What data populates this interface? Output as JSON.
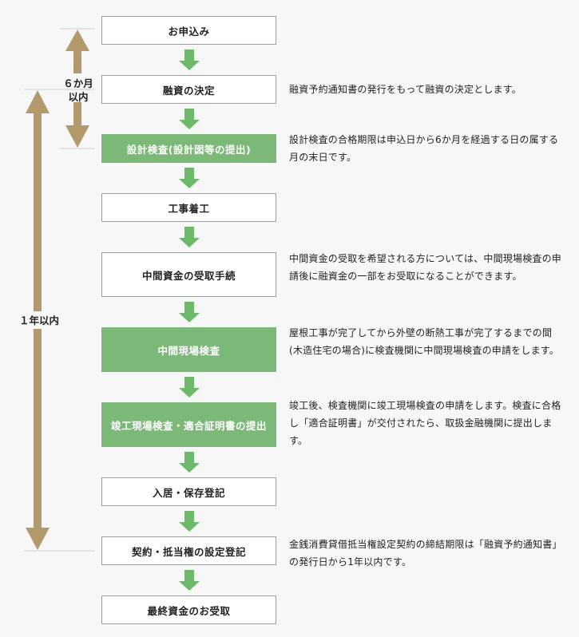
{
  "steps": [
    {
      "label": "お申込み",
      "style": "white"
    },
    {
      "label": "融資の決定",
      "style": "white"
    },
    {
      "label": "設計検査(設計図等の提出)",
      "style": "green"
    },
    {
      "label": "工事着工",
      "style": "white"
    },
    {
      "label": "中間資金の受取手続",
      "style": "white"
    },
    {
      "label": "中間現場検査",
      "style": "green"
    },
    {
      "label": "竣工現場検査・適合証明書の提出",
      "style": "green"
    },
    {
      "label": "入居・保存登記",
      "style": "white"
    },
    {
      "label": "契約・抵当権の設定登記",
      "style": "white"
    },
    {
      "label": "最終資金のお受取",
      "style": "white"
    }
  ],
  "descriptions": [
    "融資予約通知書の発行をもって融資の決定とします。",
    "設計検査の合格期限は申込日から6か月を経過する日の属する月の末日です。",
    "中間資金の受取を希望される方については、中間現場検査の申請後に融資金の一部をお受取になることができます。",
    "屋根工事が完了してから外壁の断熱工事が完了するまでの間(木造住宅の場合)に検査機関に中間現場検査の申請をします。",
    "竣工後、検査機関に竣工現場検査の申請をします。検査に合格し「適合証明書」が交付されたら、取扱金融機関に提出します。",
    "金銭消費貸借抵当権設定契約の締結期限は「融資予約通知書」の発行日から1年以内です。"
  ],
  "periods": {
    "six_months_line1": "６か月",
    "six_months_line2": "以内",
    "one_year": "１年以内"
  },
  "colors": {
    "green_box": "#7cb978",
    "green_arrow": "#6db96a",
    "bracket_arrow": "#b39a6c",
    "guide_line": "#cfcfcf"
  }
}
